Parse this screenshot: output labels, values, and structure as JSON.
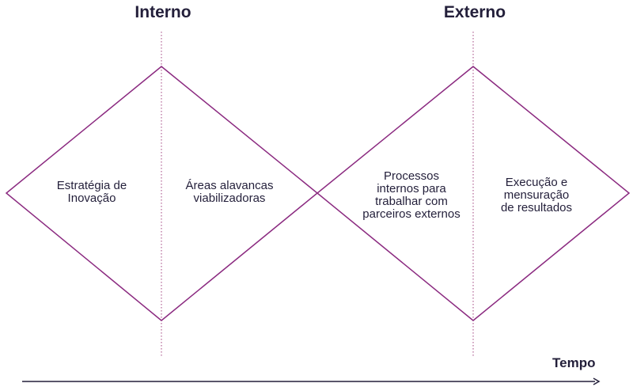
{
  "diagram": {
    "phases": [
      {
        "header": "Interno",
        "left_text": "Estratégia de\nInovação",
        "right_text": "Áreas alavancas\nviabilizadoras"
      },
      {
        "header": "Externo",
        "left_text": "Processos\ninternos para\ntrabalhar com\nparceiros externos",
        "right_text": "Execução e\nmensuração\nde resultados"
      }
    ],
    "axis_label": "Tempo",
    "colors": {
      "diamond": "#8b2a80",
      "divider": "#a0407e",
      "text": "#231f3a",
      "axis": "#231f3a"
    }
  }
}
